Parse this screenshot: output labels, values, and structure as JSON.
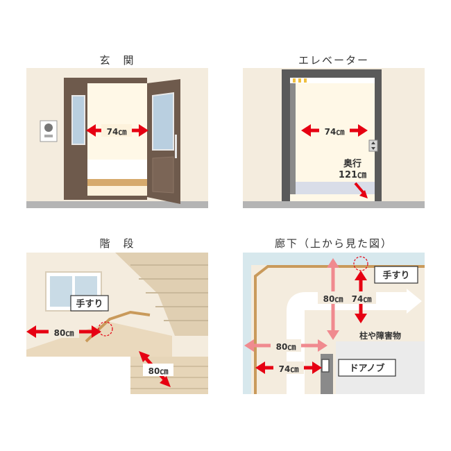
{
  "panels": {
    "entrance": {
      "title": "玄　関",
      "width_label": "74㎝"
    },
    "elevator": {
      "title": "エレベーター",
      "width_label": "74㎝",
      "depth_label_1": "奥行",
      "depth_label_2": "121㎝"
    },
    "stairs": {
      "title": "階　段",
      "width_label": "80㎝",
      "handrail_label": "手すり",
      "step_label": "80㎝"
    },
    "corridor": {
      "title": "廊下（上から見た図）",
      "width_label_1": "80㎝",
      "width_label_2": "74㎝",
      "width_label_3": "80㎝",
      "width_label_4": "74㎝",
      "handrail_label": "手すり",
      "obstacle_label": "柱や障害物",
      "doorknob_label": "ドアノブ"
    }
  },
  "colors": {
    "arrow": "#e60012",
    "arrow_light": "#f08a8f",
    "wall": "#f4ecde",
    "floor": "#b4b4b4",
    "door": "#6e5a4c"
  }
}
